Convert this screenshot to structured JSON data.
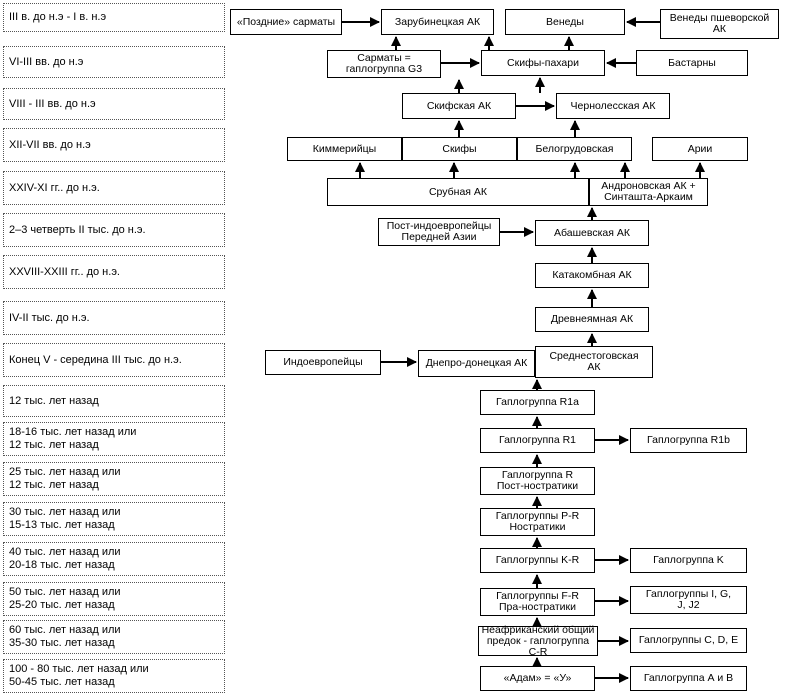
{
  "eras": [
    "III в. до н.э - I в. н.э",
    "VI-III вв. до н.э",
    "VIII - III вв. до н.э",
    "XII-VII вв. до н.э",
    "XXIV-XI гг.. до н.э.",
    "2–3 четверть II тыс. до н.э.",
    "XXVIII-XXIII гг.. до н.э.",
    "IV-II тыс. до н.э.",
    "Конец V - середина III тыс. до н.э.",
    "12 тыс. лет назад",
    "18-16 тыс. лет назад или\n12 тыс. лет назад",
    "25 тыс. лет назад или\n12 тыс. лет назад",
    "30 тыс. лет назад или\n15-13 тыс. лет назад",
    "40 тыс. лет назад или\n20-18 тыс. лет назад",
    "50 тыс. лет назад или\n25-20 тыс. лет назад",
    "60 тыс. лет назад или\n35-30 тыс. лет назад",
    "100 - 80 тыс. лет назад или\n50-45 тыс. лет назад"
  ],
  "nodes": {
    "pozdnie_sarmaty": "«Поздние» сарматы",
    "zarubinetskaya": "Зарубинецкая АК",
    "venedy": "Венеды",
    "venedy_pshevorskoy": "Венеды пшеворской\nАК",
    "sarmaty_g3": "Сарматы =\nгаплогруппа G3",
    "skify_pahari": "Скифы-пахари",
    "bastarny": "Бастарны",
    "skifskaya": "Скифская АК",
    "chernolesskaya": "Чернолесская АК",
    "kimmeriytsy": "Киммерийцы",
    "skify": "Скифы",
    "belogrudovskaya": "Белогрудовская",
    "arii": "Арии",
    "srubnaya": "Срубная АК",
    "andronovskaya": "Андроновская АК +\nСинташта-Аркаим",
    "post_ie": "Пост-индоевропейцы\nПередней Азии",
    "abashevskaya": "Абашевская АК",
    "katakombnaya": "Катакомбная АК",
    "drevneyamnaya": "Древнеямная АК",
    "indoevropeytsy": "Индоевропейцы",
    "dnepro_donetskaya": "Днепро-донецкая АК",
    "srednestogovskaya": "Среднестоговская\nАК",
    "hg_r1a": "Гаплогруппа R1a",
    "hg_r1": "Гаплогруппа R1",
    "hg_r1b": "Гаплогруппа R1b",
    "hg_r": "Гаплогруппа R\nПост-ностратики",
    "hg_pr": "Гаплогруппы P-R\nНостратики",
    "hg_kr": "Гаплогруппы K-R",
    "hg_k": "Гаплогруппа K",
    "hg_fr": "Гаплогруппы F-R\nПра-ностратики",
    "hg_ij": "Гаплогруппы I, G,\nJ, J2",
    "ancestor": "Неафриканский общий\nпредок - гаплогруппа C-R",
    "hg_cde": "Гаплогруппы C, D, E",
    "adam": "«Адам» = «У»",
    "hg_ab": "Гаплогруппа А и В"
  }
}
